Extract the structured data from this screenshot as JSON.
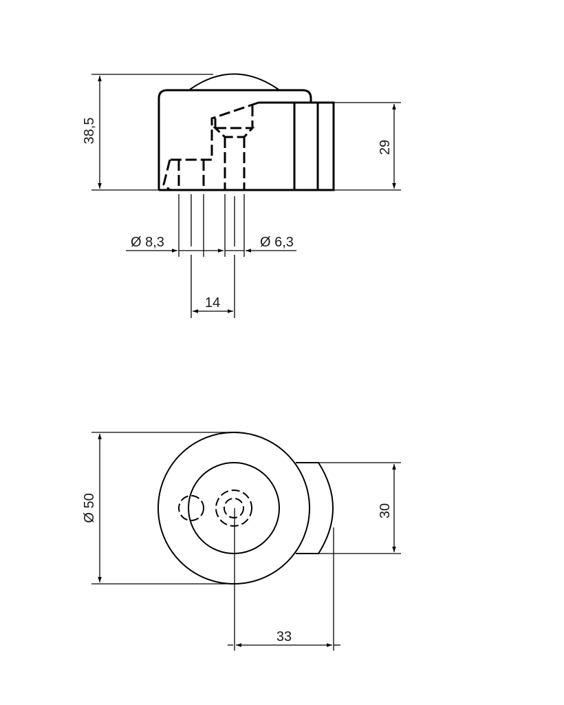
{
  "drawing": {
    "type": "technical drawing - ball transfer unit",
    "side_view": {
      "dimensions": {
        "total_height": "38,5",
        "body_height": "29",
        "hole_left_diameter": "Ø 8,3",
        "hole_right_diameter": "Ø 6,3",
        "hole_spacing": "14"
      }
    },
    "top_view": {
      "dimensions": {
        "outer_diameter": "Ø 50",
        "tab_width": "30",
        "center_to_tab": "33"
      }
    }
  }
}
